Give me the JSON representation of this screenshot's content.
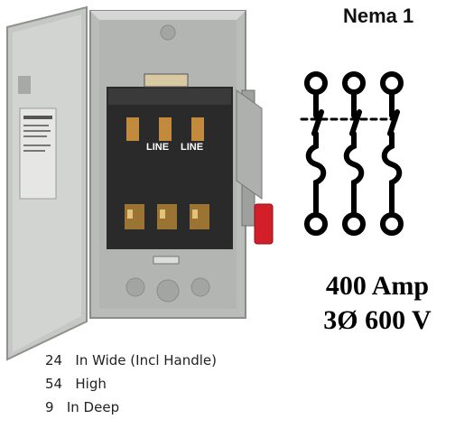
{
  "title": "Nema 1",
  "rating": {
    "amperage": "400 Amp",
    "voltage": "3Ø 600 V"
  },
  "dimensions": [
    {
      "value": "24",
      "label": "In Wide (Incl Handle)"
    },
    {
      "value": "54",
      "label": "High"
    },
    {
      "value": "9",
      "label": "In Deep"
    }
  ],
  "photo": {
    "line_label": "LINE",
    "handle_color": "#d31f2a",
    "enclosure_color": "#b9bcb8"
  },
  "schematic": {
    "poles": 3,
    "icon": "three-pole-fused-switch-icon"
  }
}
